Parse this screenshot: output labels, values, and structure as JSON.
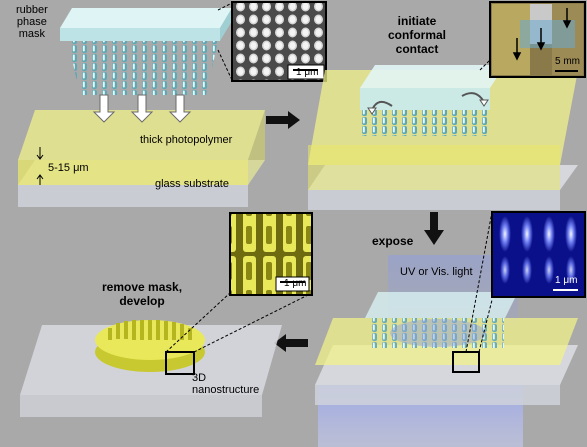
{
  "labels": {
    "rubber_phase_mask": "rubber\nphase\nmask",
    "thick_photopolymer": "thick photopolymer",
    "thickness": "5-15 μm",
    "glass_substrate": "glass substrate",
    "initiate_conformal_contact": "initiate\nconformal\ncontact",
    "expose": "expose",
    "uv_or_vis_light": "UV or Vis. light",
    "remove_mask_develop": "remove mask,\ndevelop",
    "nanostructure_3d": "3D\nnanostructure"
  },
  "scale_bars": {
    "mask_sem": "1 μm",
    "contact_photo": "5 mm",
    "exposure_field": "1 μm",
    "result_sem": "1 μm"
  },
  "colors": {
    "background": "#a9a9a9",
    "photopolymer": "#f2f28a",
    "glass": "#d9dbe2",
    "mask": "#bde3e6",
    "uv_light": "#8f9fe0",
    "field_dark": "#0a0f8a",
    "field_bright": "#dfe8ff",
    "sem_yellow": "#e8e85a"
  }
}
